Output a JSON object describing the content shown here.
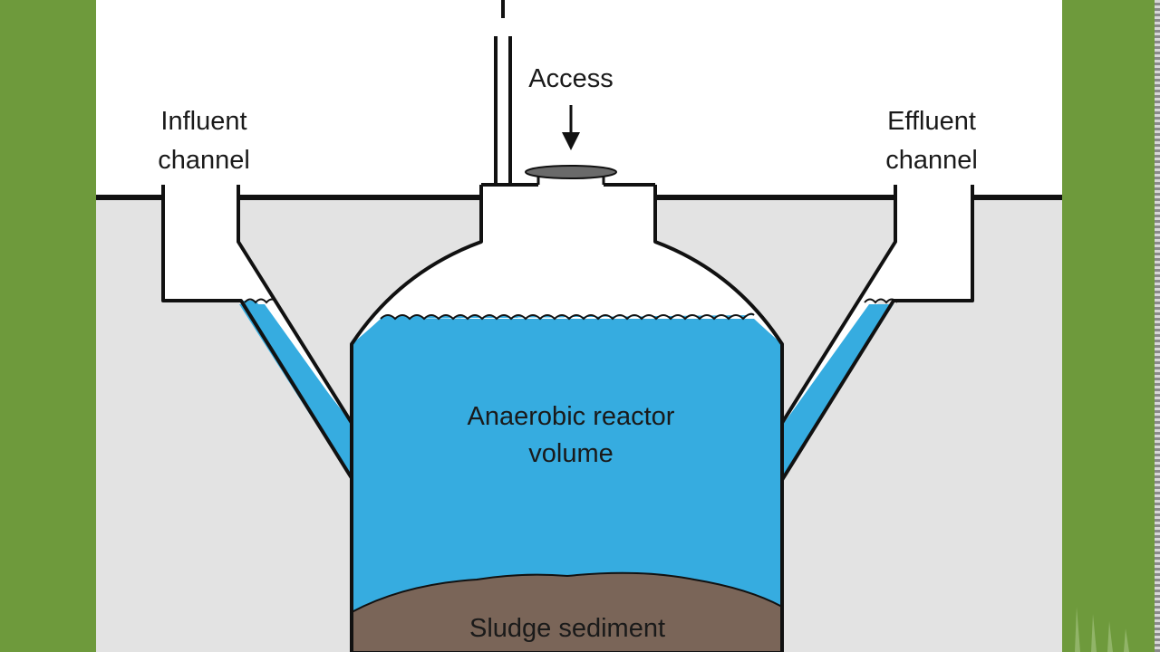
{
  "diagram": {
    "labels": {
      "access": "Access",
      "influent_line1": "Influent",
      "influent_line2": "channel",
      "effluent_line1": "Effluent",
      "effluent_line2": "channel",
      "reactor_line1": "Anaerobic reactor",
      "reactor_line2": "volume",
      "sludge": "Sludge sediment"
    },
    "colors": {
      "background_frame": "#6e9a3c",
      "slide": "#ffffff",
      "ground": "#e3e3e3",
      "water": "#36ace0",
      "sludge": "#7a6558",
      "outline": "#111111",
      "lid": "#6a6a6a"
    }
  }
}
